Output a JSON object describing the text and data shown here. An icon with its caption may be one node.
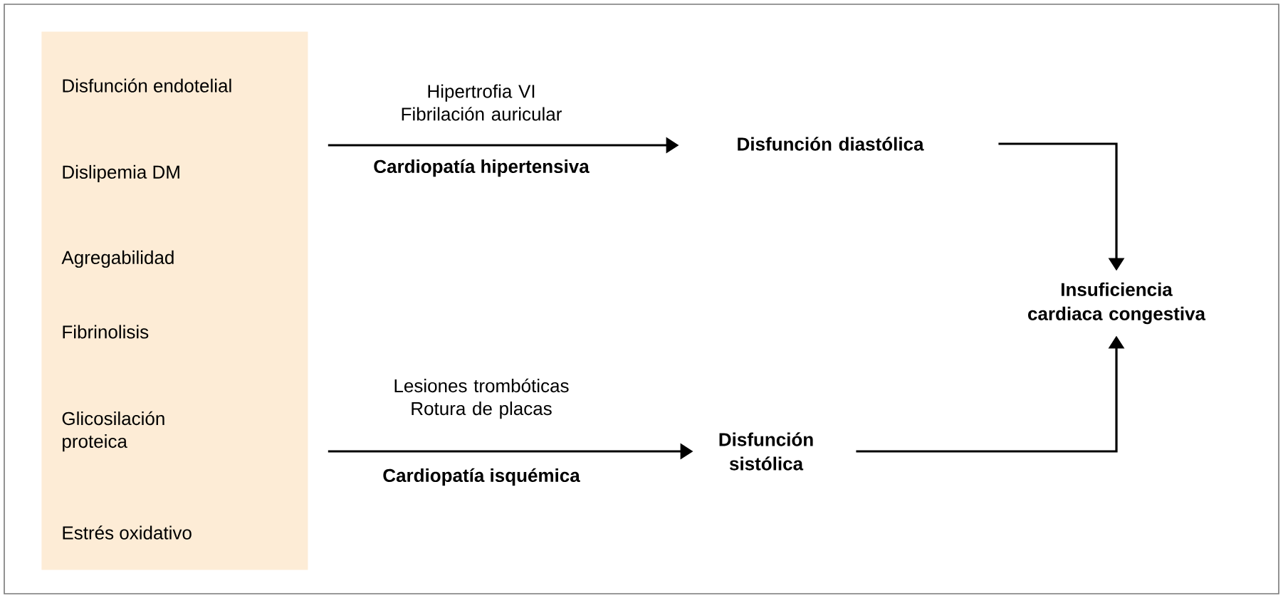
{
  "diagram": {
    "nodes": [
      {
        "text": [
          "Disfunción endotelial",
          "Dislipemia DM",
          "Agregabilidad",
          "Fibrinolisis",
          "Glicosilación proteica",
          "Estrés oxidativo"
        ]
      },
      {
        "text": [
          "Disfunción diastólica"
        ]
      },
      {
        "text": [
          "Disfunción sistólica"
        ]
      },
      {
        "text": [
          "Insuficiencia cardiaca congestiva"
        ]
      }
    ],
    "edges": [
      {
        "from": 0,
        "to": 1,
        "arrow": "to",
        "label": "Cardiopatía hipertensiva"
      },
      {
        "from": 0,
        "to": 2,
        "arrow": "to",
        "label": "Cardiopatía isquémica"
      },
      {
        "from": 1,
        "to": 3,
        "arrow": "to"
      },
      {
        "from": 2,
        "to": 3,
        "arrow": "to"
      }
    ],
    "labels": [
      "Hipertrofia VI Fibrilación auricular",
      "Lesiones trombóticas Rotura de placas"
    ]
  }
}
